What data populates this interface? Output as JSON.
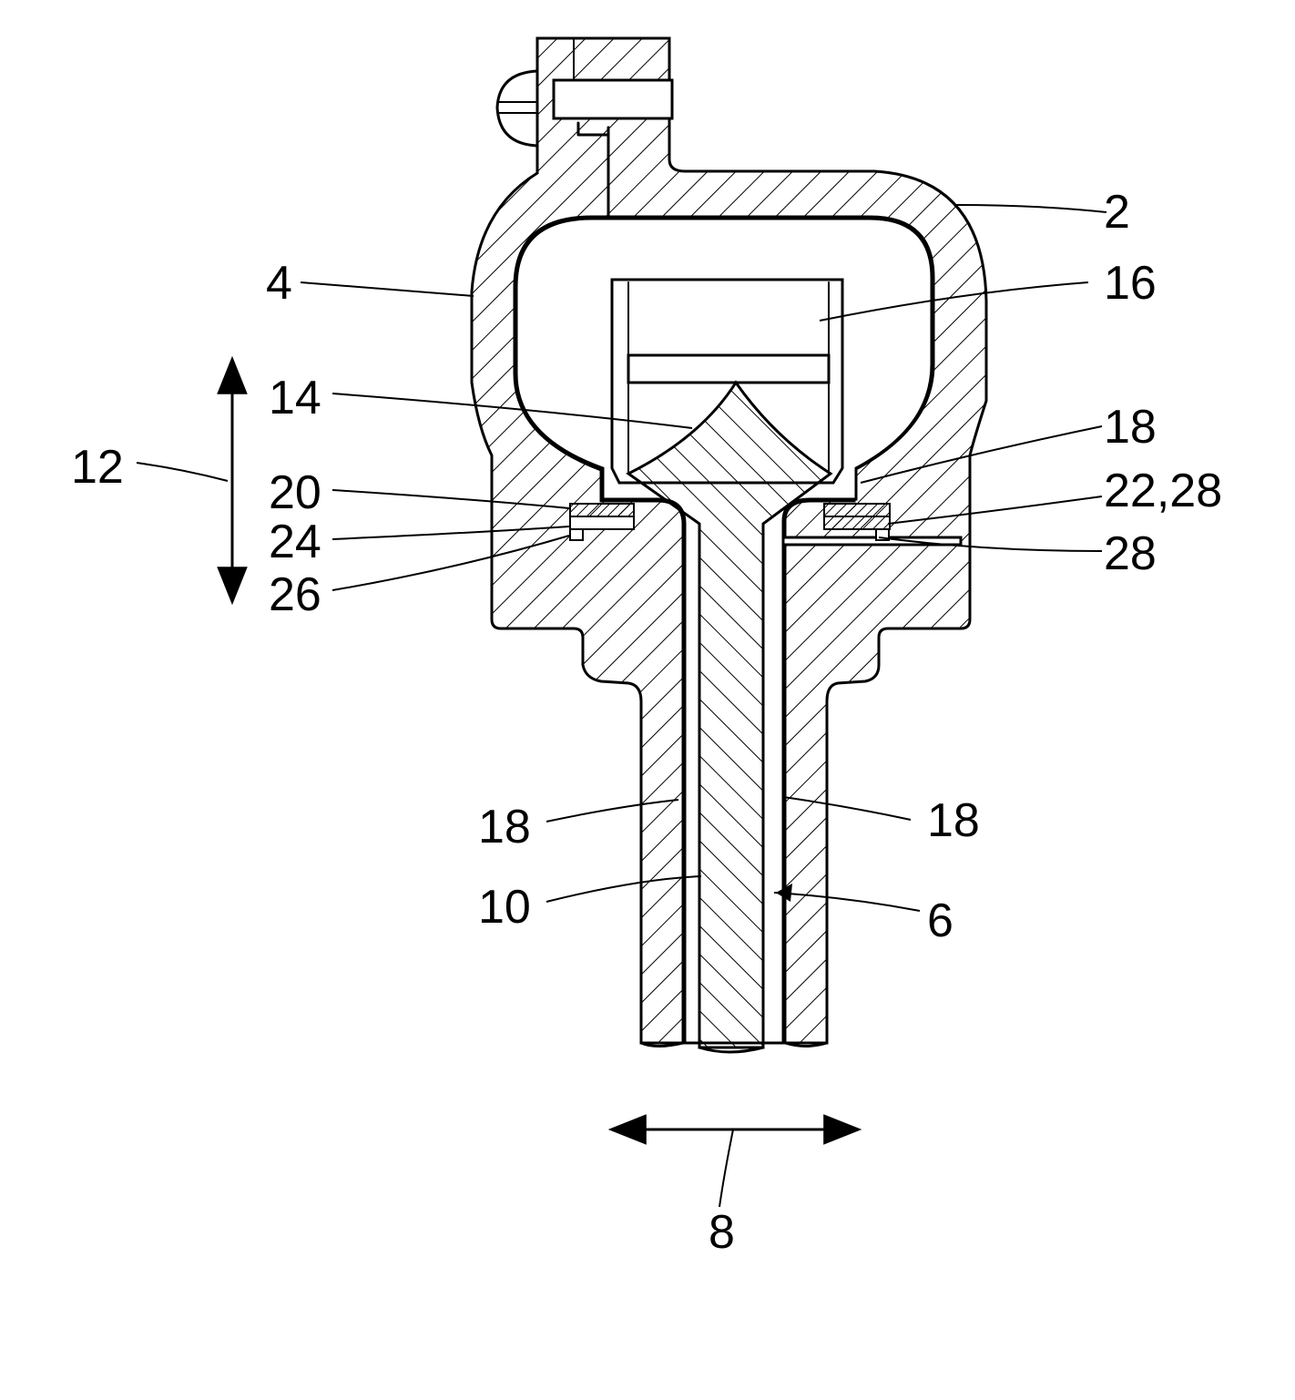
{
  "labels": {
    "l2": "2",
    "l4": "4",
    "l16": "16",
    "l14": "14",
    "l18_right": "18",
    "l12": "12",
    "l20": "20",
    "l22_28": "22,28",
    "l24": "24",
    "l28": "28",
    "l26": "26",
    "l18_bottom_left": "18",
    "l18_bottom_right": "18",
    "l10": "10",
    "l6": "6",
    "l8": "8"
  },
  "colors": {
    "line": "#000000",
    "background": "#ffffff"
  }
}
